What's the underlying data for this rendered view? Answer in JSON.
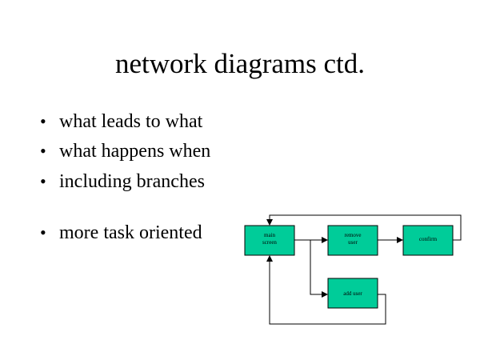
{
  "slide": {
    "title": "network diagrams ctd.",
    "bullets": [
      "what leads to what",
      "what happens when",
      "including branches",
      "more task oriented"
    ],
    "bullet_symbol": "•"
  },
  "diagram": {
    "box_fill": "#00cc99",
    "line_color": "#000000",
    "nodes": {
      "main_screen": [
        "main",
        "screen"
      ],
      "remove_user": [
        "remove",
        "user"
      ],
      "confirm": [
        "confirm"
      ],
      "add_user": [
        "add user"
      ]
    }
  }
}
